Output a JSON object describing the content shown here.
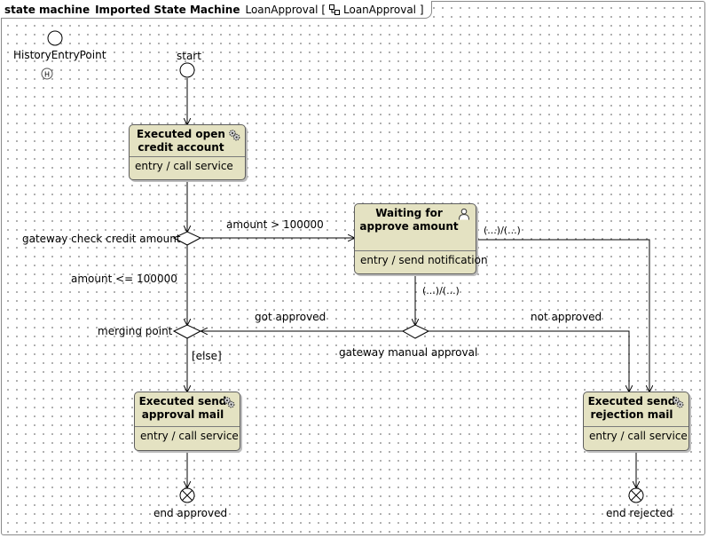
{
  "frame": {
    "kind": "state machine",
    "name": "Imported State Machine",
    "context_label": "LoanApproval [",
    "context_name": "LoanApproval ]"
  },
  "pseudostates": {
    "history_label": "HistoryEntryPoint",
    "history_marker": "H",
    "start_label": "start",
    "gateway_credit_label": "gateway check credit amount",
    "merging_label": "merging point",
    "gateway_manual_label": "gateway manual approval",
    "end_approved_label": "end approved",
    "end_rejected_label": "end rejected"
  },
  "states": [
    {
      "title": "Executed open\ncredit account",
      "behavior": "entry / call service",
      "icon": "gears-icon"
    },
    {
      "title": "Waiting for\napprove amount",
      "behavior": "entry / send notification",
      "icon": "user-icon"
    },
    {
      "title": "Executed send\napproval mail",
      "behavior": "entry / call service",
      "icon": "gears-icon"
    },
    {
      "title": "Executed send\nrejection mail",
      "behavior": "entry / call service",
      "icon": "gears-icon"
    }
  ],
  "transitions": {
    "amount_gt": "amount > 100000",
    "amount_le": "amount <= 100000",
    "got_approved": "got approved",
    "not_approved": "not approved",
    "else": "[else]",
    "trigger_waiting_down": "(...)/(...)",
    "trigger_waiting_right": "(...)/(...)"
  }
}
